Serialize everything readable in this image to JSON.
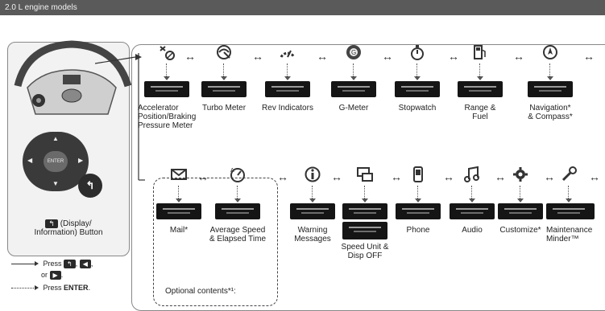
{
  "header": {
    "title": "2.0 L engine models"
  },
  "row1": [
    {
      "icon": "accelerator-icon",
      "label_lines": [
        "Accelerator",
        "Position/Braking",
        "Pressure Meter"
      ]
    },
    {
      "icon": "turbo-icon",
      "label_lines": [
        "Turbo Meter"
      ]
    },
    {
      "icon": "rev-indicator-icon",
      "label_lines": [
        "Rev Indicators"
      ]
    },
    {
      "icon": "g-meter-icon",
      "label_lines": [
        "G-Meter"
      ]
    },
    {
      "icon": "stopwatch-icon",
      "label_lines": [
        "Stopwatch"
      ]
    },
    {
      "icon": "fuel-pump-icon",
      "label_lines": [
        "Range &",
        "Fuel"
      ]
    },
    {
      "icon": "compass-icon",
      "label_lines": [
        "Navigation*",
        "& Compass*"
      ]
    }
  ],
  "row2": [
    {
      "icon": "mail-icon",
      "label_lines": [
        "Mail*"
      ]
    },
    {
      "icon": "average-speed-icon",
      "label_lines": [
        "Average Speed",
        "& Elapsed Time"
      ]
    },
    {
      "icon": "info-icon",
      "label_lines": [
        "Warning",
        "Messages"
      ]
    },
    {
      "icon": "speed-unit-icon",
      "label_lines": [
        ""
      ],
      "extra_label": [
        "Speed Unit &",
        "Disp OFF"
      ]
    },
    {
      "icon": "phone-icon",
      "label_lines": [
        "Phone"
      ]
    },
    {
      "icon": "music-icon",
      "label_lines": [
        "Audio"
      ]
    },
    {
      "icon": "settings-gear-icon",
      "label_lines": [
        "Customize*"
      ]
    },
    {
      "icon": "wrench-icon",
      "label_lines": [
        "Maintenance",
        "Minder™"
      ]
    }
  ],
  "left_panel": {
    "button_caption": "(Display/",
    "button_caption_line2": "Information) Button",
    "legend_press": "Press",
    "legend_or": "or",
    "legend_press_enter": "Press",
    "enter_key": "ENTER",
    "dpad_center": "ENTER"
  },
  "optional_contents": "Optional contents*¹:"
}
